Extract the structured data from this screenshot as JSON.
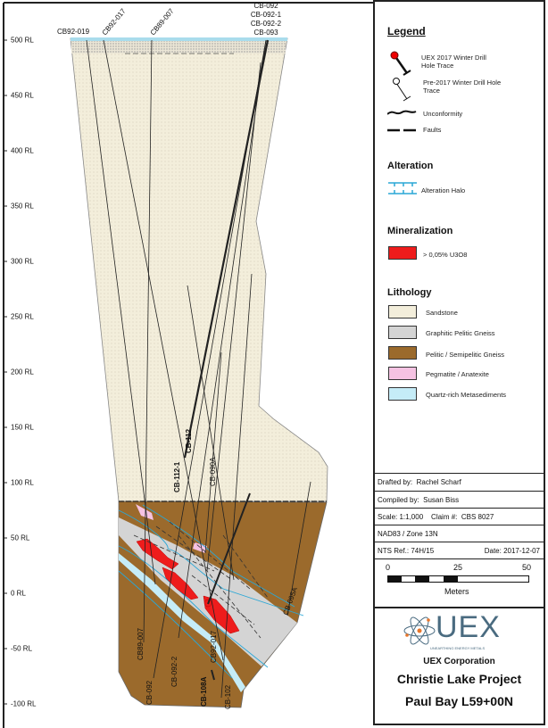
{
  "axis": {
    "labels": [
      "500 RL",
      "450 RL",
      "400 RL",
      "350 RL",
      "300 RL",
      "250 RL",
      "200 RL",
      "150 RL",
      "100 RL",
      "50 RL",
      "0 RL",
      "-50 RL",
      "-100 RL"
    ]
  },
  "holes": {
    "cb92_019": "CB92-019",
    "cb92_017": "CB92-017",
    "cb89_007": "CB89-007",
    "cb092": "CB-092",
    "cb092_1": "CB-092-1",
    "cb092_2": "CB-092-2",
    "cb093": "CB-093",
    "cb112_1": "CB-112-1",
    "cb112": "CB-112",
    "cb090a": "CB-090A",
    "cb095a": "CB-095A",
    "cb89_007_low": "CB89-007",
    "cb092_low": "CB-092",
    "cb092_2_low": "CB-092-2",
    "cb108a": "CB-108A",
    "cb92_017_low": "CB92-017",
    "cb102": "CB-102"
  },
  "legend": {
    "title": "Legend",
    "uex_trace": "UEX 2017 Winter Drill Hole Trace",
    "pre_trace": "Pre-2017 Winter Drill Hole Trace",
    "unconformity": "Unconformity",
    "faults": "Faults",
    "alteration_title": "Alteration",
    "alteration_halo": "Alteration Halo",
    "mineralization_title": "Mineralization",
    "mineralization": "> 0,05% U3O8",
    "lithology_title": "Lithology",
    "lithology": [
      "Sandstone",
      "Graphitic Pelitic Gneiss",
      "Pelitic / Semipelitic Gneiss",
      "Pegmatite / Anatexite",
      "Quartz-rich Metasediments"
    ]
  },
  "colors": {
    "sandstone": "#f3eedb",
    "graphitic": "#d4d4d4",
    "pelitic": "#9b6a2c",
    "pegmatite": "#f5c2e2",
    "quartz": "#c5ecf7",
    "mineral": "#ee1c1c",
    "halo": "#2aa7d6"
  },
  "titleblock": {
    "drafted_label": "Drafted by:",
    "drafted": "Rachel Scharf",
    "compiled_label": "Compiled by:",
    "compiled": "Susan Biss",
    "scale": "Scale: 1:1,000",
    "claim_label": "Claim #:",
    "claim": "CBS 8027",
    "datum": "NAD83 / Zone 13N",
    "nts": "NTS Ref.: 74H/15",
    "date": "Date: 2017-12-07",
    "bar_ticks": [
      "0",
      "25",
      "50"
    ],
    "bar_unit": "Meters",
    "logo_text": "UEX",
    "logo_tagline": "UNEARTHING ENERGY METALS",
    "company": "UEX Corporation",
    "project": "Christie Lake Project",
    "section": "Paul Bay L59+00N"
  }
}
